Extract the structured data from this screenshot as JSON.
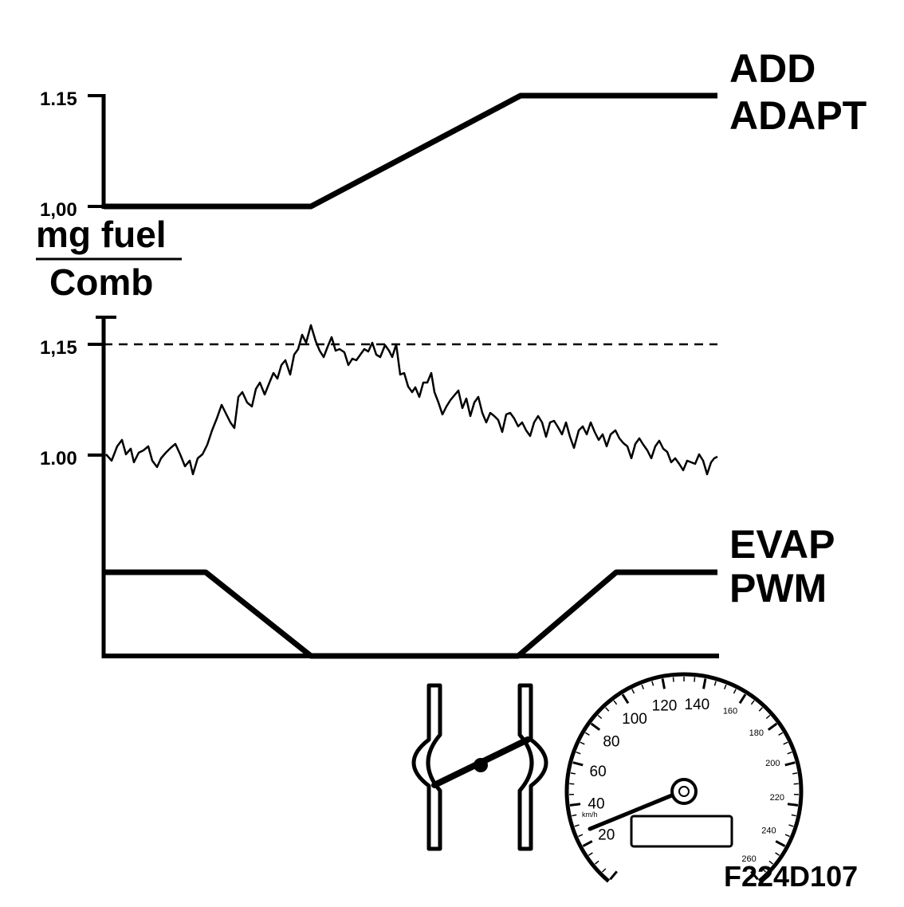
{
  "add_adapt_panel": {
    "label_line1": "ADD",
    "label_line2": "ADAPT",
    "tick_high": "1.15",
    "tick_low": "1,00"
  },
  "fuel_panel": {
    "unit_numerator": "mg fuel",
    "unit_denominator": "Comb",
    "tick_high": "1,15",
    "tick_low": "1.00"
  },
  "evap_panel": {
    "label_line1": "EVAP",
    "label_line2": "PWM"
  },
  "speedometer": {
    "numbers": [
      "20",
      "40",
      "60",
      "80",
      "100",
      "120",
      "140",
      "160",
      "180",
      "200",
      "220",
      "240",
      "260"
    ],
    "unit": "km/h"
  },
  "figure_code": "F224D107",
  "colors": {
    "ink": "#000000",
    "paper": "#ffffff"
  }
}
